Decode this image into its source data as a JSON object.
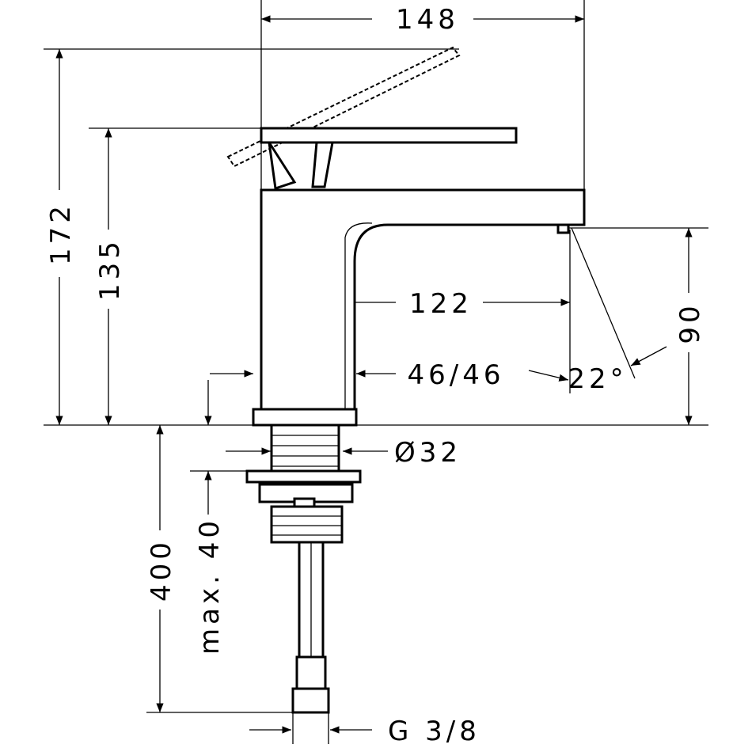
{
  "title": "Basin mixer dimension drawing",
  "dimensions": {
    "overall_width": "148",
    "height_lever_open": "172",
    "height_lever_closed": "135",
    "spout_projection": "122",
    "spout_height": "90",
    "body_width": "46/46",
    "spout_angle": "22°",
    "shank_diameter": "Ø32",
    "hose_length": "400",
    "max_thickness": "max. 40",
    "connection": "G 3/8"
  }
}
